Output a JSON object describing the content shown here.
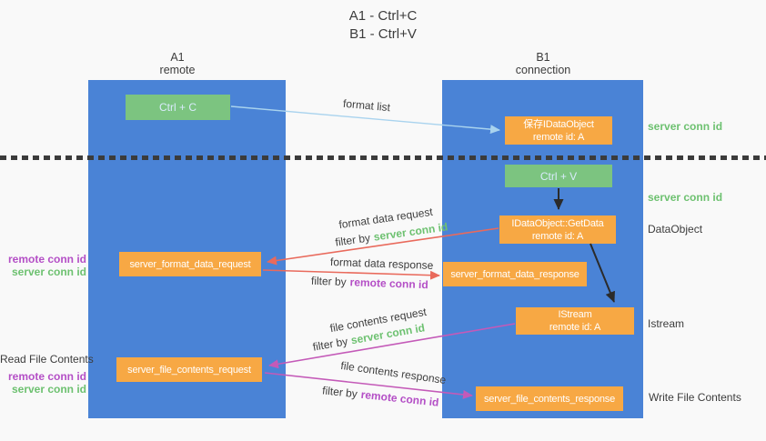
{
  "title": {
    "line1": "A1 - Ctrl+C",
    "line2": "B1 - Ctrl+V"
  },
  "lifelines": {
    "left": {
      "name": "A1",
      "role": "remote"
    },
    "right": {
      "name": "B1",
      "role": "connection"
    }
  },
  "nodes": {
    "ctrl_c": {
      "label": "Ctrl + C"
    },
    "ctrl_v": {
      "label": "Ctrl + V"
    },
    "save_dataobject": {
      "line1": "保存IDataObject",
      "line2": "remote id: A"
    },
    "getdata": {
      "line1": "IDataObject::GetData",
      "line2": "remote id: A"
    },
    "istream": {
      "line1": "IStream",
      "line2": "remote id: A"
    },
    "server_format_data_request": {
      "label": "server_format_data_request"
    },
    "server_format_data_response": {
      "label": "server_format_data_response"
    },
    "server_file_contents_request": {
      "label": "server_file_contents_request"
    },
    "server_file_contents_response": {
      "label": "server_file_contents_response"
    }
  },
  "arrow_labels": {
    "format_list": "format list",
    "format_data_request": "format data request",
    "format_data_response": "format data response",
    "file_contents_request": "file contents request",
    "file_contents_response": "file contents response",
    "filter_by": "filter by",
    "server_conn_id": "server conn id",
    "remote_conn_id": "remote conn id"
  },
  "side_labels": {
    "server_conn_id_top": "server conn id",
    "server_conn_id_mid": "server conn id",
    "dataobject": "DataObject",
    "istream": "Istream",
    "write_file_contents": "Write File Contents",
    "read_file_contents": "Read File Contents",
    "remote_conn_id": "remote conn id",
    "server_conn_id": "server conn id"
  },
  "colors": {
    "lifeline_blue": "#4a83d6",
    "node_green": "#7cc480",
    "node_orange": "#f7a844",
    "label_green": "#6dc170",
    "label_purple": "#b44fc6",
    "arrow_red": "#e96a5c",
    "arrow_magenta": "#c45ab8",
    "arrow_blue": "#a9d3ee",
    "arrow_black": "#2b2b2b",
    "background": "#f9f9f9"
  }
}
